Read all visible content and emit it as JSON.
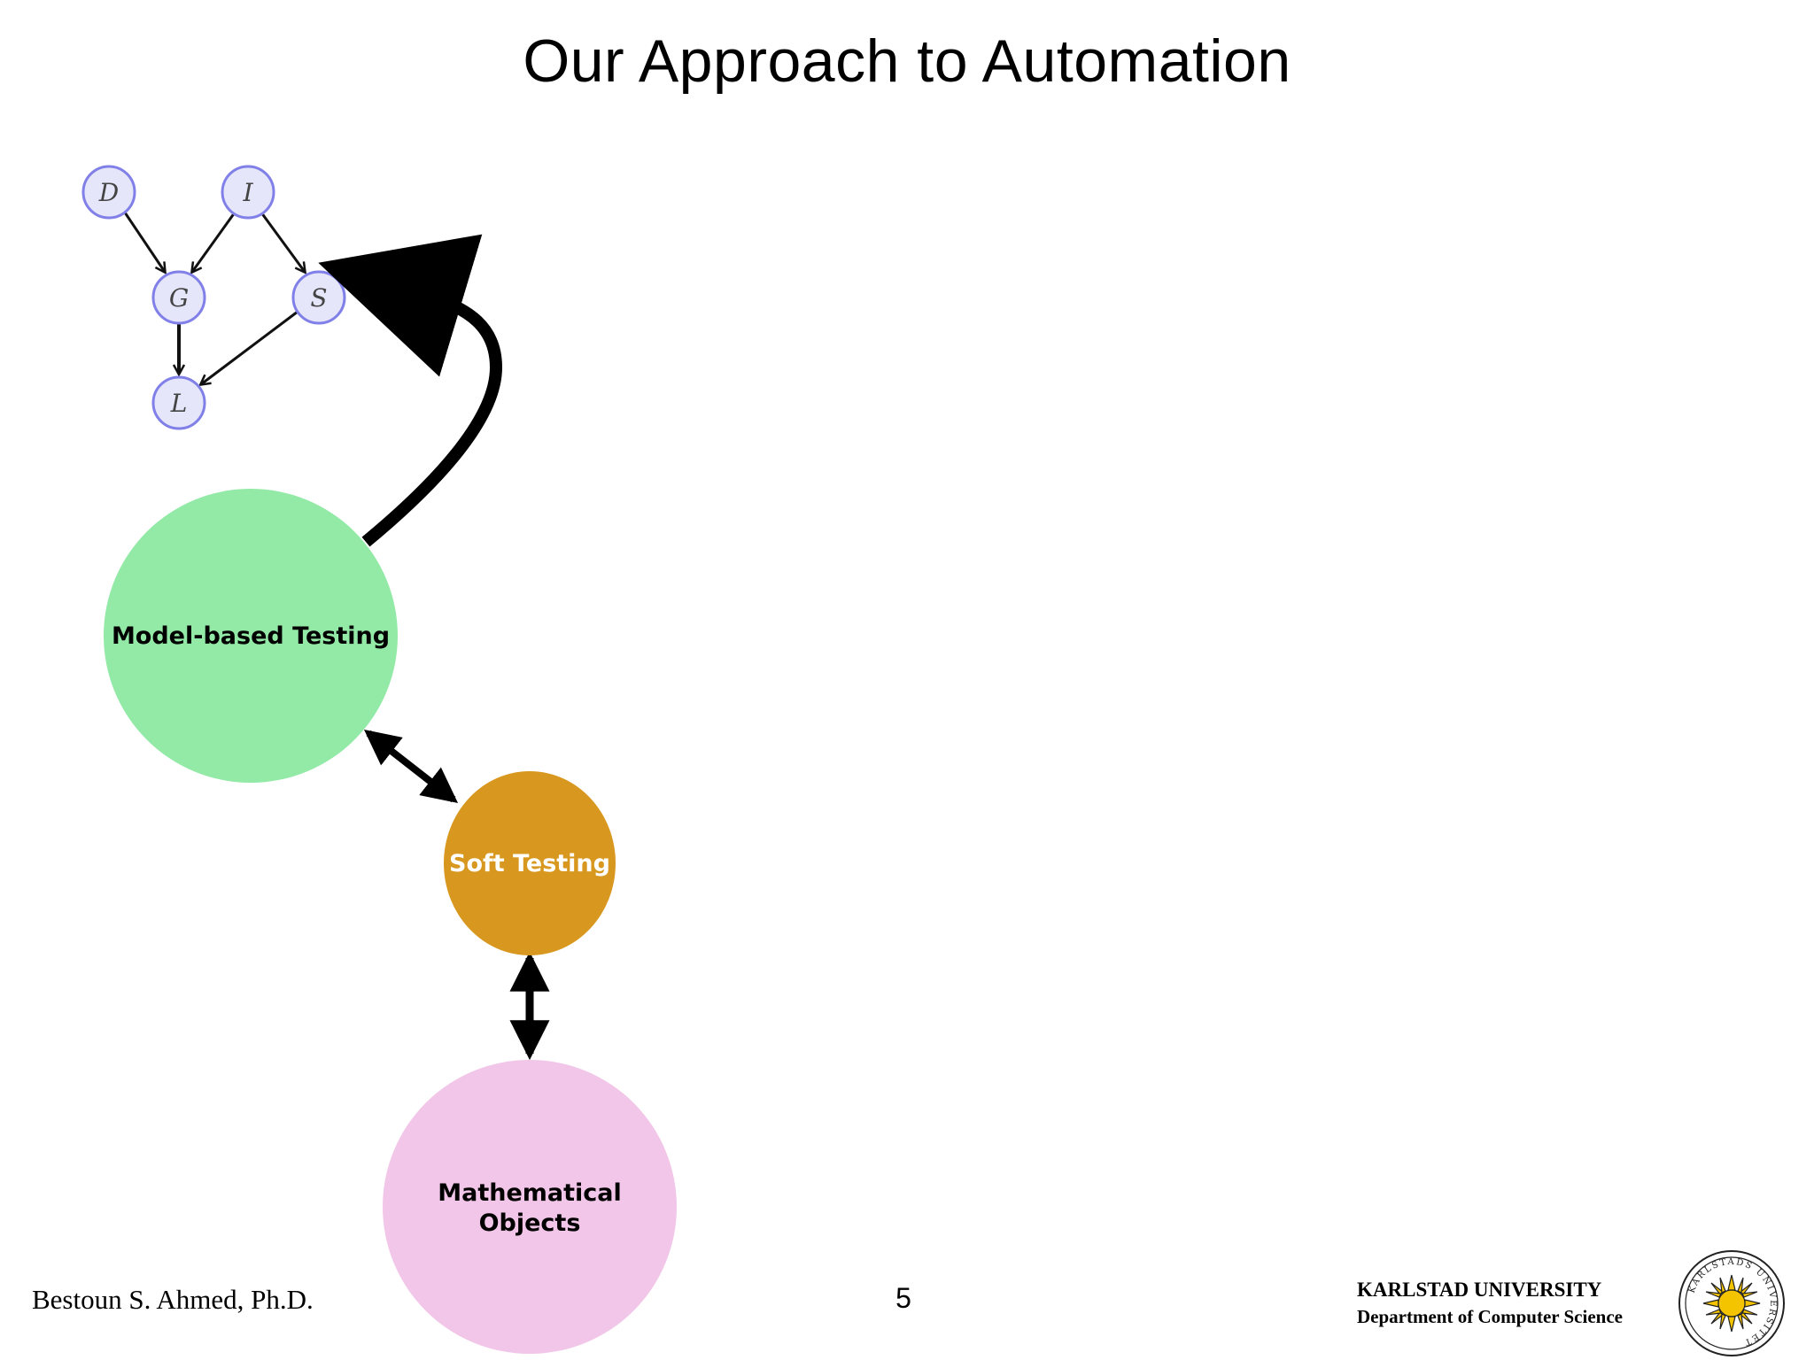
{
  "title": "Our Approach to Automation",
  "bayesian_network": {
    "nodes": [
      {
        "id": "D",
        "label": "D"
      },
      {
        "id": "I",
        "label": "I"
      },
      {
        "id": "G",
        "label": "G"
      },
      {
        "id": "S",
        "label": "S"
      },
      {
        "id": "L",
        "label": "L"
      }
    ],
    "edges": [
      {
        "from": "D",
        "to": "G"
      },
      {
        "from": "I",
        "to": "G"
      },
      {
        "from": "I",
        "to": "S"
      },
      {
        "from": "G",
        "to": "L"
      },
      {
        "from": "S",
        "to": "L"
      }
    ],
    "node_fill": "#e6e6fa",
    "node_stroke": "#8080e8"
  },
  "concepts": {
    "model_based": {
      "label": "Model-based Testing",
      "color": "#93e9a6",
      "text_color": "#000000"
    },
    "soft_testing": {
      "label": "Soft Testing",
      "color": "#d8981f",
      "text_color": "#ffffff"
    },
    "math_objects": {
      "line1": "Mathematical",
      "line2": "Objects",
      "color": "#f2c6e8",
      "text_color": "#000000"
    }
  },
  "connections": [
    {
      "from": "model_based",
      "to": "bayesian_network",
      "type": "curved-arrow"
    },
    {
      "from": "model_based",
      "to": "soft_testing",
      "type": "double-arrow"
    },
    {
      "from": "soft_testing",
      "to": "math_objects",
      "type": "double-arrow"
    }
  ],
  "footer": {
    "author": "Bestoun S. Ahmed, Ph.D.",
    "page_number": "5",
    "university": "KARLSTAD UNIVERSITY",
    "department": "Department of Computer Science",
    "seal_icon": "karlstad-university-sun-seal",
    "seal_text": "KARLSTADS UNIVERSITET",
    "seal_color": "#f5c400"
  }
}
